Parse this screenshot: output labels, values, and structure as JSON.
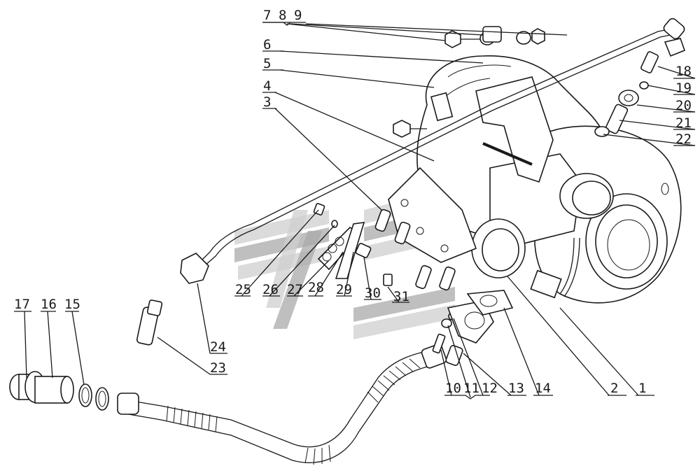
{
  "callouts": {
    "c7": "7",
    "c8": "8",
    "c9": "9",
    "c6": "6",
    "c5": "5",
    "c4": "4",
    "c3": "3",
    "c18": "18",
    "c19": "19",
    "c20": "20",
    "c21": "21",
    "c22": "22",
    "c17": "17",
    "c16": "16",
    "c15": "15",
    "c25": "25",
    "c26": "26",
    "c27": "27",
    "c28": "28",
    "c29": "29",
    "c30": "30",
    "c31": "31",
    "c24": "24",
    "c23": "23",
    "c10": "10",
    "c11": "11",
    "c12": "12",
    "c13": "13",
    "c14": "14",
    "c2": "2",
    "c1": "1"
  },
  "colors": {
    "line": "#1a1a1a",
    "watermark_light": "#cfcfcf",
    "watermark_dark": "#a9a9a9"
  }
}
